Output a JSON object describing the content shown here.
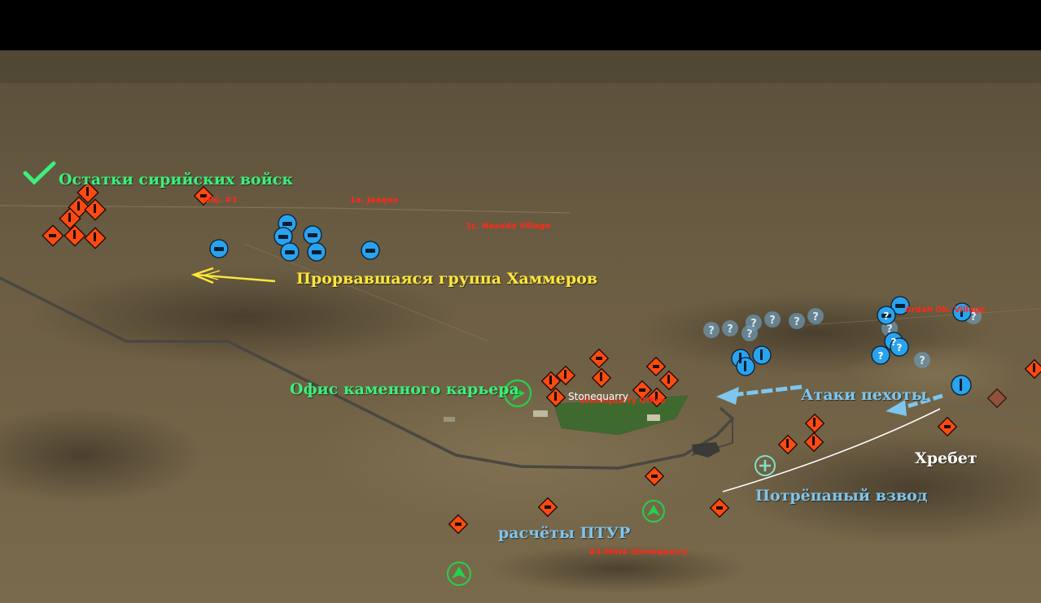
{
  "colors": {
    "annot_green": "#3cf07a",
    "annot_yellow": "#ffe83a",
    "annot_blue": "#7ec6ef",
    "annot_white": "#ffffff",
    "map_label_red": "#ff2a1a",
    "enemy_orange": "#ff4a12",
    "friendly_blue": "#2aa3ee",
    "unknown_grey": "#6e94ad",
    "objective_green": "#24d24a"
  },
  "annotations": {
    "syrian_remnants": "Остатки сирийских войск",
    "hummer_group": "Прорвавшаяся группа Хаммеров",
    "quarry_office": "Офис каменного карьера",
    "infantry_attacks": "Атаки пехоты",
    "ridge": "Хребет",
    "battered_platoon": "Потрёпаный взвод",
    "atgm_crews": "расчёты ПТУР"
  },
  "map_labels": {
    "objective_1": "Obj. #1",
    "label_2": "1a. Jaaqon",
    "village_label": "1c. Nasuda Village",
    "east_village_label": "Ardah Ob. Village",
    "quarry_label": "Stonequarry Office",
    "south_label": "A1-Mota Stonequarry",
    "selected_unit_label": "Stonequarry"
  },
  "icons": {
    "checkmark": "check-icon",
    "enemy_unit": "enemy-diamond-icon",
    "friendly_unit": "friendly-circle-icon",
    "unknown_unit": "question-mark-icon",
    "objective": "chevron-up-icon",
    "objective_right": "chevron-right-icon",
    "medic": "plus-icon",
    "arrow": "arrow-icon"
  }
}
